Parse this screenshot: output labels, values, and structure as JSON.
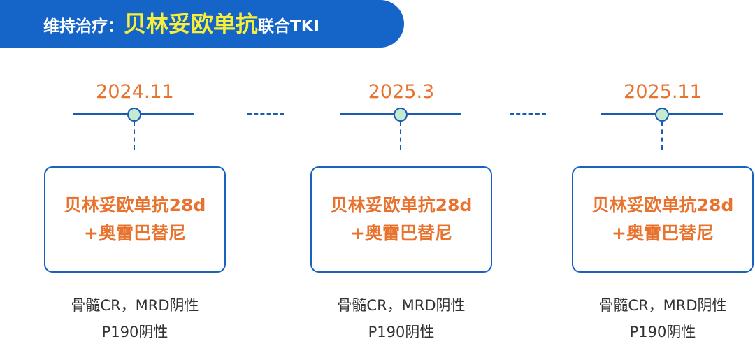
{
  "header": {
    "prefix": "维持治疗：",
    "highlight": "贝林妥欧单抗",
    "suffix": "联合TKI"
  },
  "stages": [
    {
      "date": "2024.11",
      "treatment_line1": "贝林妥欧单抗28d",
      "treatment_line2": "+奥雷巴替尼",
      "result_line1": "骨髓CR，MRD阴性",
      "result_line2": "P190阴性"
    },
    {
      "date": "2025.3",
      "treatment_line1": "贝林妥欧单抗28d",
      "treatment_line2": "+奥雷巴替尼",
      "result_line1": "骨髓CR，MRD阴性",
      "result_line2": "P190阴性"
    },
    {
      "date": "2025.11",
      "treatment_line1": "贝林妥欧单抗28d",
      "treatment_line2": "+奥雷巴替尼",
      "result_line1": "骨髓CR，MRD阴性",
      "result_line2": "P190阴性"
    }
  ],
  "colors": {
    "header_bg": "#1565c8",
    "highlight": "#f8ef3a",
    "accent_orange": "#e8732e",
    "timeline_blue": "#1a5cb5",
    "dot_fill": "#c7ebd0"
  }
}
